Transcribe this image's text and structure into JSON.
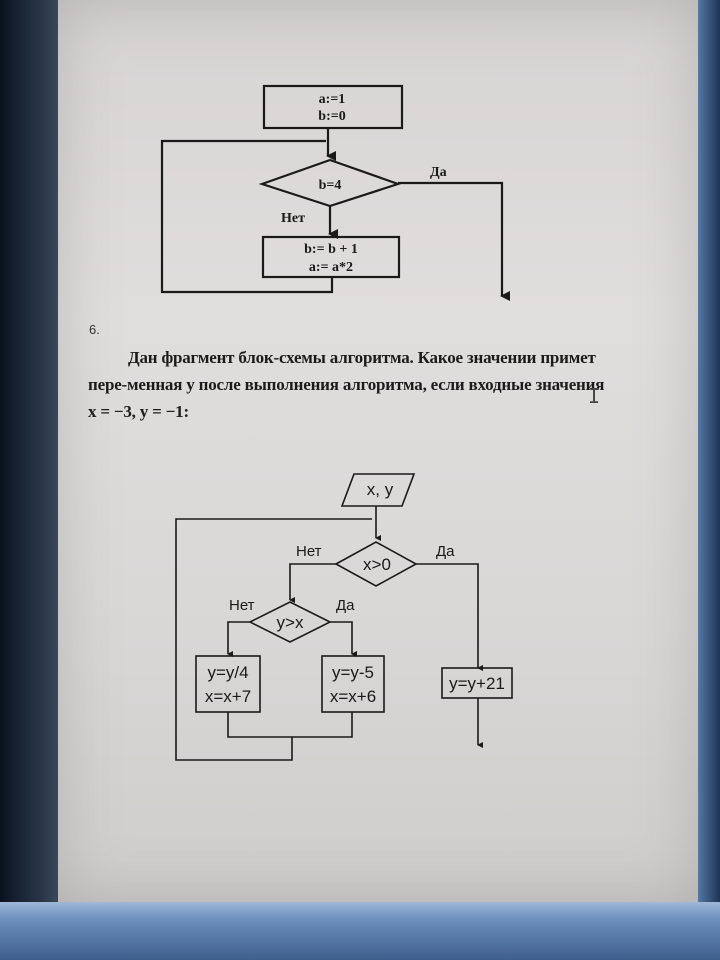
{
  "flowchart1": {
    "init_line1": "a:=1",
    "init_line2": "b:=0",
    "condition": "b=4",
    "yes_label": "Да",
    "no_label": "Нет",
    "body_line1": "b:= b + 1",
    "body_line2": "a:= a*2"
  },
  "question": {
    "number": "6.",
    "text": "Дан фрагмент блок-схемы алгоритма. Какое значении примет пере-менная y после выполнения алгоритма, если входные значения x = −3, y = −1:"
  },
  "flowchart2": {
    "input": "x, y",
    "condition1": "x>0",
    "condition2": "y>x",
    "no_label_outer": "Нет",
    "yes_label_outer": "Да",
    "no_label_inner": "Нет",
    "yes_label_inner": "Да",
    "left_box_line1": "y=y/4",
    "left_box_line2": "x=x+7",
    "mid_box_line1": "y=y-5",
    "mid_box_line2": "x=x+6",
    "right_box": "y=y+21"
  },
  "colors": {
    "paper": "#dcdada",
    "ink": "#1a1a1a",
    "taskbar": "#6c8fbd"
  }
}
